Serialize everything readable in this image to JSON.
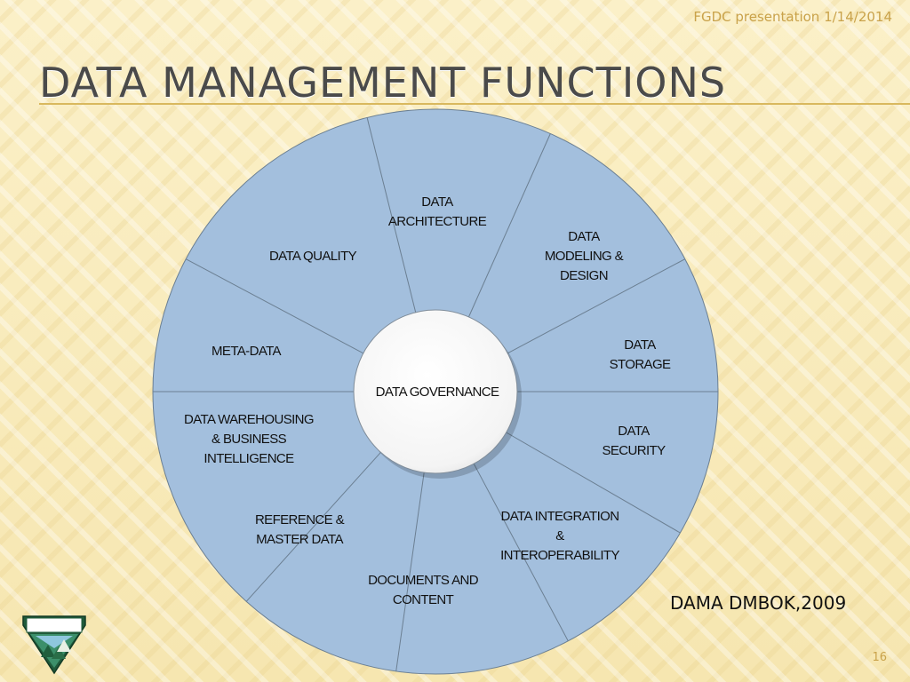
{
  "header": {
    "note": "FGDC presentation 1/14/2014"
  },
  "title": "DATA MANAGEMENT FUNCTIONS",
  "diagram": {
    "center": "DATA GOVERNANCE",
    "segments": [
      {
        "id": "data-architecture",
        "lines": [
          "DATA",
          "ARCHITECTURE"
        ]
      },
      {
        "id": "data-modeling-design",
        "lines": [
          "DATA",
          "MODELING &",
          "DESIGN"
        ]
      },
      {
        "id": "data-storage",
        "lines": [
          "DATA",
          "STORAGE"
        ]
      },
      {
        "id": "data-security",
        "lines": [
          "DATA",
          "SECURITY"
        ]
      },
      {
        "id": "data-integration",
        "lines": [
          "DATA INTEGRATION",
          "&",
          "INTEROPERABILITY"
        ]
      },
      {
        "id": "documents-content",
        "lines": [
          "DOCUMENTS AND",
          "CONTENT"
        ]
      },
      {
        "id": "reference-master-data",
        "lines": [
          "REFERENCE &",
          "MASTER DATA"
        ]
      },
      {
        "id": "data-warehousing",
        "lines": [
          "DATA WAREHOUSING",
          "& BUSINESS",
          "INTELLIGENCE"
        ]
      },
      {
        "id": "meta-data",
        "lines": [
          "META-DATA"
        ]
      },
      {
        "id": "data-quality",
        "lines": [
          "DATA QUALITY"
        ]
      }
    ],
    "colors": {
      "segment_fill": "#a3bfdd",
      "segment_stroke": "#6b7f92",
      "hub_fill": "#ffffff"
    }
  },
  "citation": "DAMA DMBOK,2009",
  "page_number": "16"
}
